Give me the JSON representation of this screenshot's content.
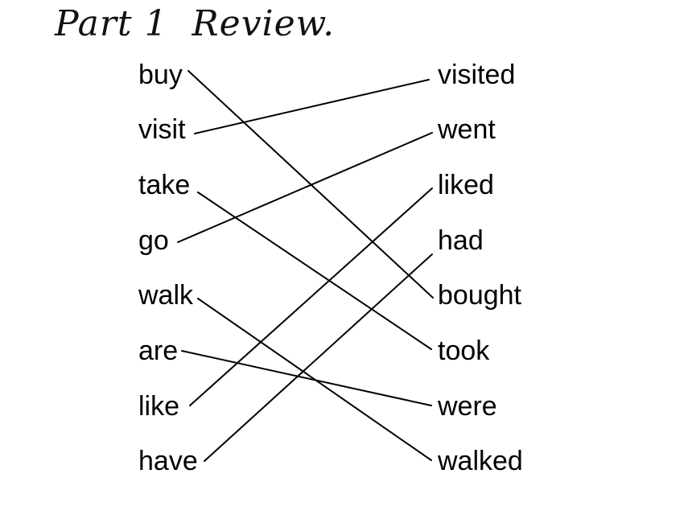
{
  "title": "Part 1  Review.",
  "left_words": [
    "buy",
    "visit",
    "take",
    "go",
    "walk",
    "are",
    "like",
    "have"
  ],
  "right_words": [
    "visited",
    "went",
    "liked",
    "had",
    "bought",
    "took",
    "were",
    "walked"
  ],
  "matches": [
    {
      "from": "buy",
      "to": "bought"
    },
    {
      "from": "visit",
      "to": "visited"
    },
    {
      "from": "take",
      "to": "took"
    },
    {
      "from": "go",
      "to": "went"
    },
    {
      "from": "walk",
      "to": "walked"
    },
    {
      "from": "are",
      "to": "were"
    },
    {
      "from": "like",
      "to": "liked"
    },
    {
      "from": "have",
      "to": "had"
    }
  ]
}
